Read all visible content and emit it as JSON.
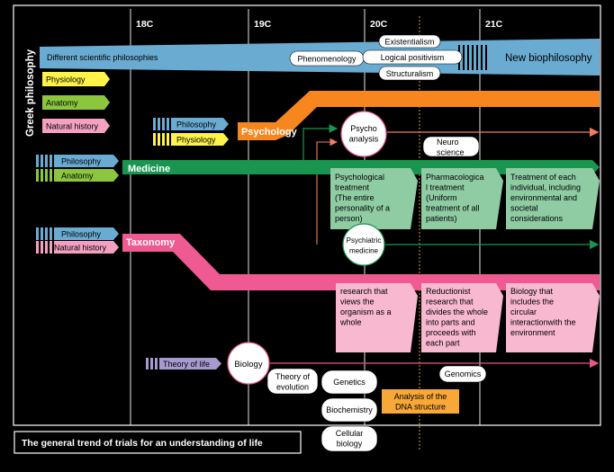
{
  "centuries": [
    "18C",
    "19C",
    "20C",
    "21C"
  ],
  "greek": "Greek philosophy",
  "philosophy_band": {
    "label": "Different scientific philosophies",
    "new": "New biophilosophy",
    "bubbles": [
      "Existentialism",
      "Phenomenology",
      "Logical positivism",
      "Structuralism"
    ]
  },
  "left_tags": [
    "Physiology",
    "Anatomy",
    "Natural history"
  ],
  "psychology": {
    "inputs": [
      "Philosophy",
      "Physiology"
    ],
    "label": "Psychology",
    "circle": "Psycho\nanalysis",
    "neuro": "Neuro\nscience"
  },
  "medicine": {
    "inputs": [
      "Philosophy",
      "Anatomy"
    ],
    "label": "Medicine",
    "boxes": [
      "Psychological\ntreatment\n(The entire\npersonality of a\nperson)",
      "Pharmacologica\nl treatment\n(Uniform\ntreatment of all\npatients)",
      "Treatment of each\nindividual, including\nenvironmental and\nsocietal\nconsiderations"
    ],
    "circle": "Psychiatric\nmedicine"
  },
  "taxonomy": {
    "inputs": [
      "Philosophy",
      "Natural history"
    ],
    "label": "Taxonomy",
    "boxes": [
      "research that\nviews the\norganism as a\nwhole",
      "Reductionist\nresearch that\ndivides the whole\ninto parts and\nproceeds with\neach part",
      "Biology that\nincludes the\ncircular\ninteractionwith the\nenvironment"
    ]
  },
  "biology": {
    "input": "Theory of life",
    "label": "Biology",
    "bubbles": [
      "Theory of\nevolution",
      "Genetics",
      "Biochemistry",
      "Cellular\nbiology",
      "Genomics"
    ],
    "dna": "Analysis of the\nDNA structure"
  },
  "caption": "The general trend of trials for an understanding of life",
  "colors": {
    "blue": "#6aabd2",
    "yellow": "#fff24a",
    "green_tag": "#8cc63f",
    "pink": "#f4a0c0",
    "purple": "#a79ad0",
    "orange": "#f7861e",
    "medicine": "#1a9550",
    "taxonomy": "#ef5a93",
    "biology_line": "#e9568a",
    "green_box": "#8fcca4",
    "pink_box": "#f7b8d0",
    "dna": "#f7a837",
    "psy_line": "#f37d5a"
  }
}
